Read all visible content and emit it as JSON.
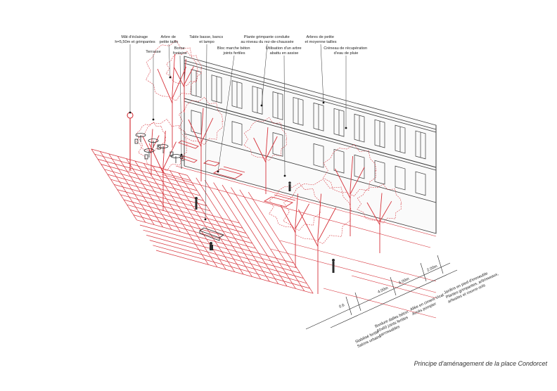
{
  "colors": {
    "accent": "#d6323a",
    "ink": "#2b2b2b",
    "paper": "#ffffff"
  },
  "annotations_top": [
    {
      "id": "mat",
      "lines": [
        "Mât d'éclairage",
        "h=5,50m et grimpantes"
      ]
    },
    {
      "id": "terrasse",
      "lines": [
        "Terrasse"
      ]
    },
    {
      "id": "arbre-petite",
      "lines": [
        "Arbre de",
        "petite taille"
      ]
    },
    {
      "id": "borne",
      "lines": [
        "Borne",
        "fontaine"
      ]
    },
    {
      "id": "table",
      "lines": [
        "Table basse, bancs",
        "et lampo"
      ]
    },
    {
      "id": "bloc",
      "lines": [
        "Bloc marche béton",
        "joints fertiles"
      ]
    },
    {
      "id": "plante",
      "lines": [
        "Plante grimpante conduite",
        "au niveau du rez-de-chaussée"
      ]
    },
    {
      "id": "utilisation",
      "lines": [
        "Utilisation d'un arbre",
        "abattu en assise"
      ]
    },
    {
      "id": "arbres-moyenne",
      "lines": [
        "Arbres de petite",
        "et moyenne tailles"
      ]
    },
    {
      "id": "creneau",
      "lines": [
        "Créneau de récupération",
        "d'eau de pluie"
      ]
    }
  ],
  "dimensions": [
    "0.6",
    "4.00m",
    "6.00m",
    "2.00m"
  ],
  "annotations_bottom": [
    {
      "id": "stabilise",
      "lines": [
        "Stabilisé fertile",
        "Salons urbains"
      ]
    },
    {
      "id": "bordure",
      "lines": [
        "Bordure dalles béton",
        "60x60 joints fertiles",
        "carrossables"
      ]
    },
    {
      "id": "allee",
      "lines": [
        "Allée en ciment Vicat",
        "Accès pompier"
      ]
    },
    {
      "id": "jardins",
      "lines": [
        "Jardins en pied d'immeuble",
        "Plantes grimpantes, arbrisseaux,",
        "arbustes et couvre-sols"
      ]
    }
  ],
  "caption": "Principe d'aménagement de la place Condorcet"
}
